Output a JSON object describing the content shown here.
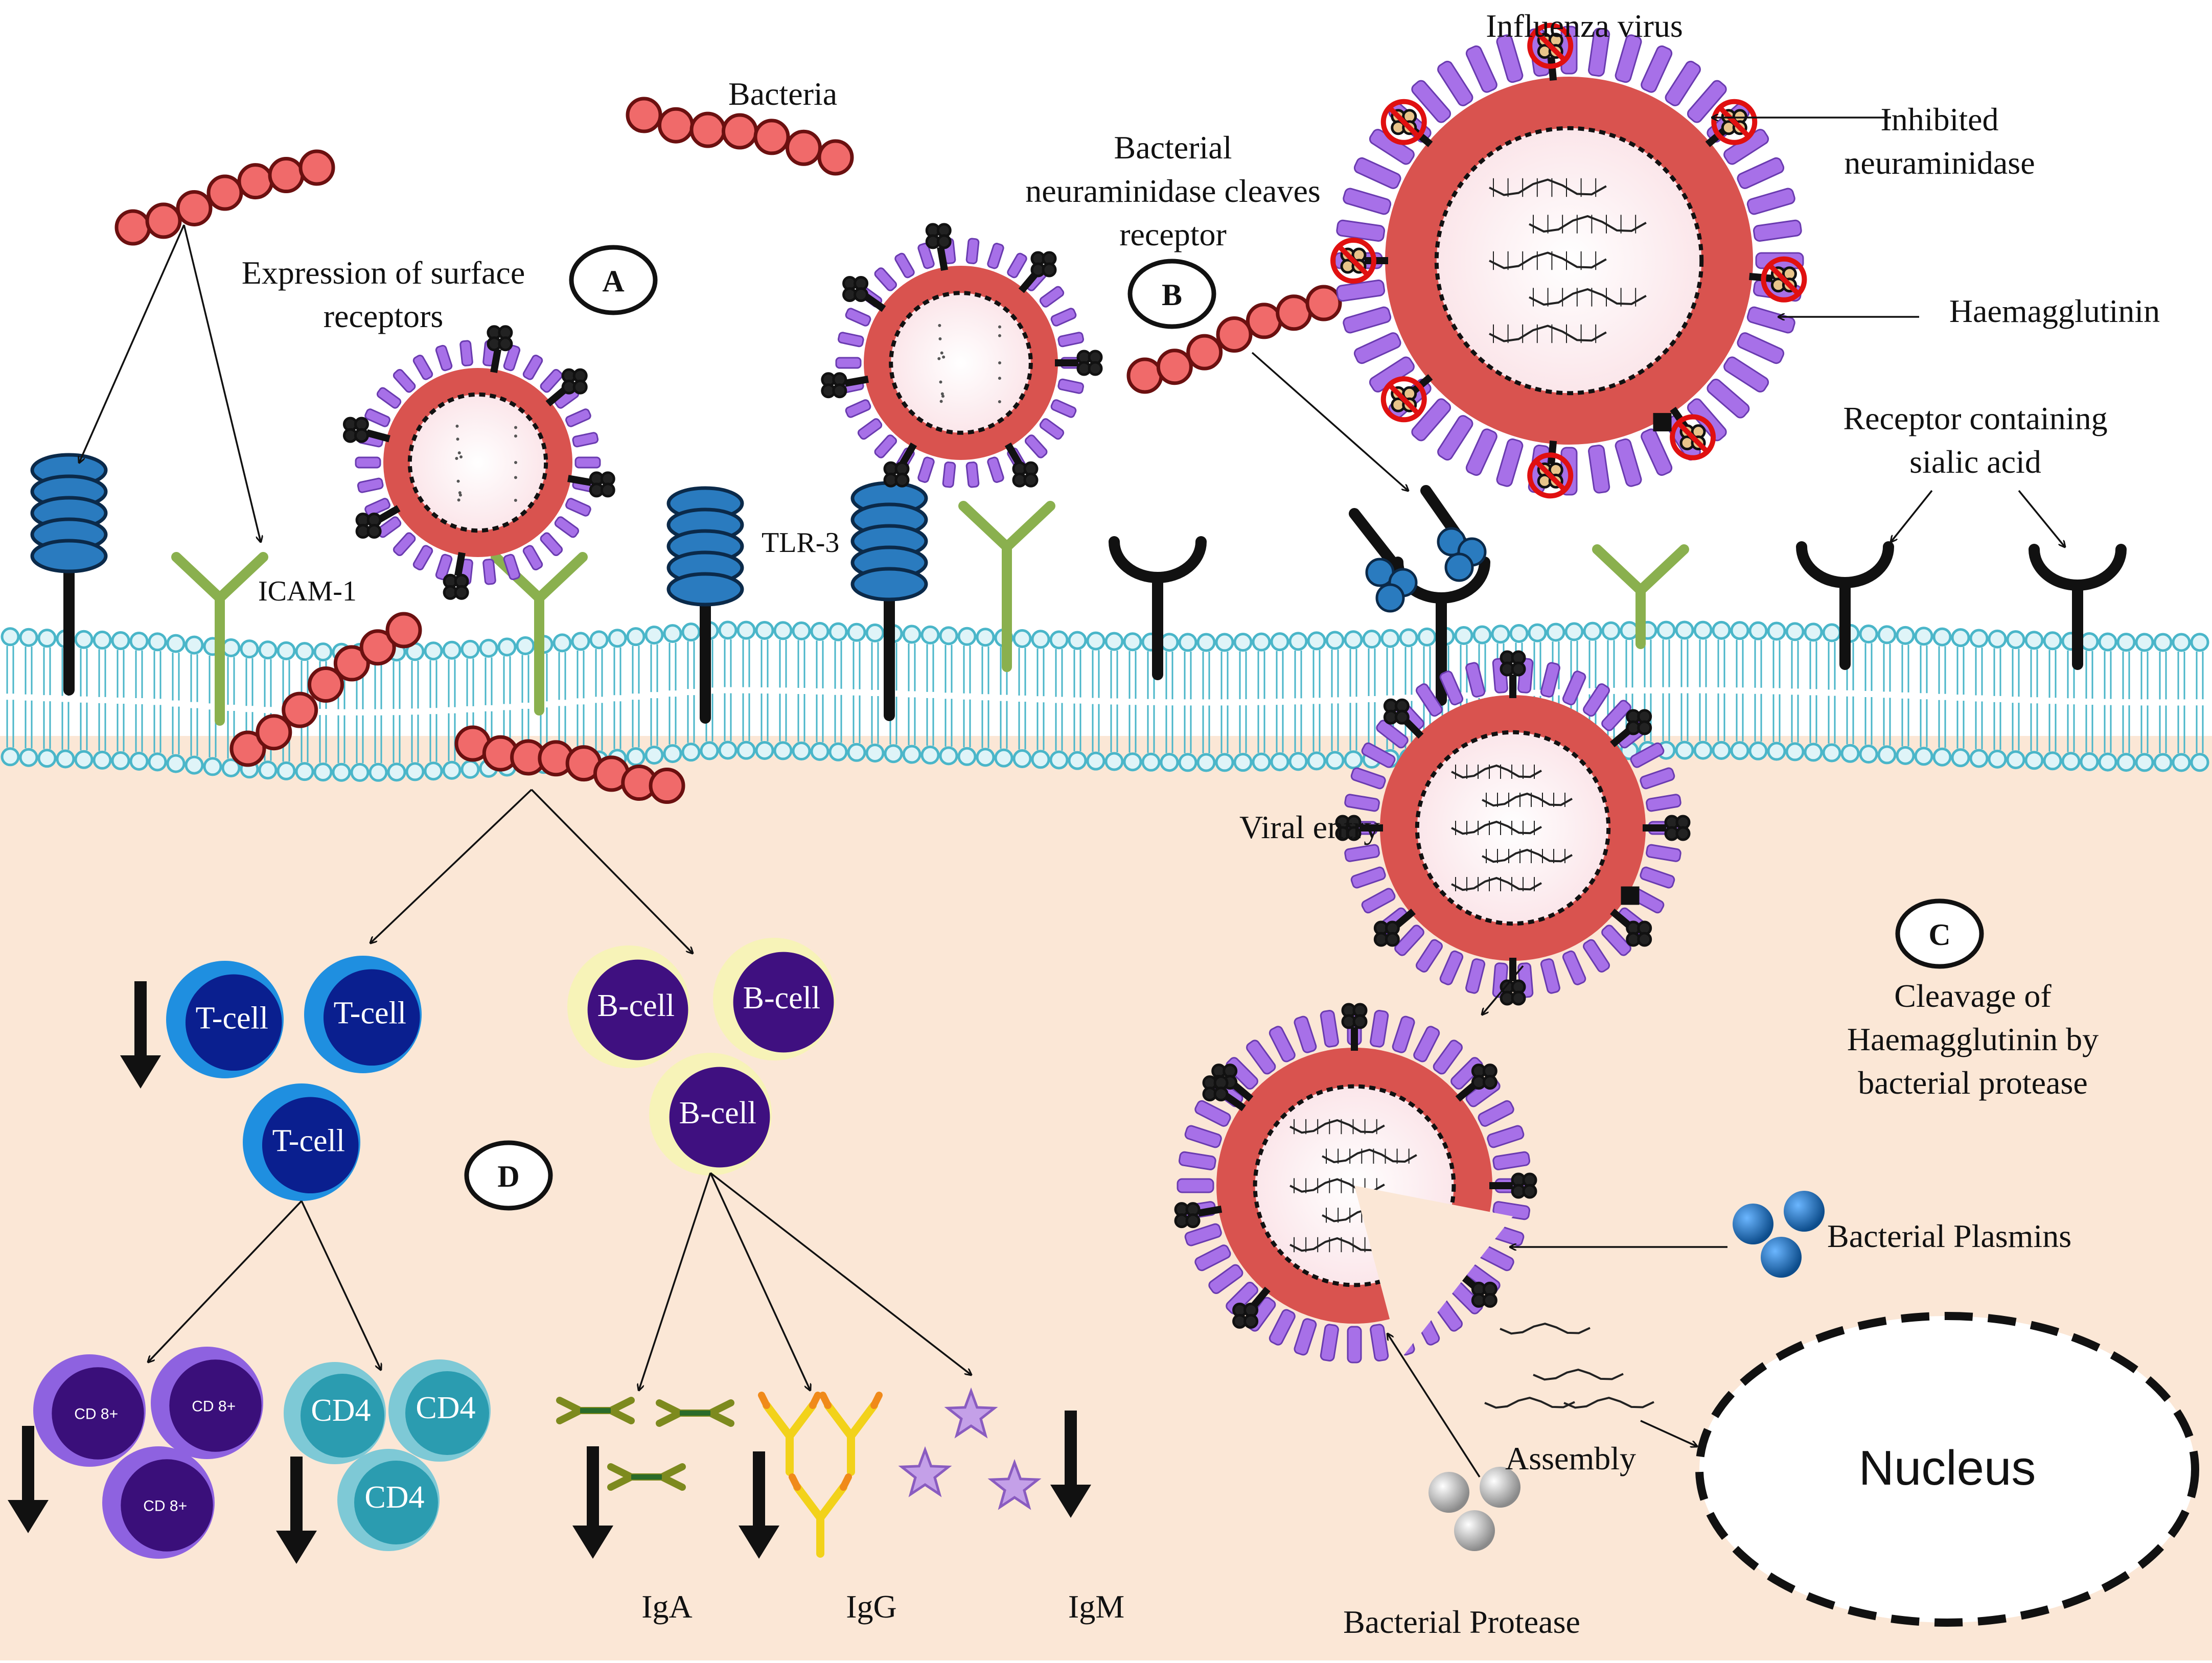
{
  "labels": {
    "bacteria": "Bacteria",
    "expression_line1": "Expression of surface",
    "expression_line2": "receptors",
    "icam": "ICAM-1",
    "tlr3": "TLR-3",
    "bact_neur_line1": "Bacterial",
    "bact_neur_line2": "neuraminidase cleaves",
    "bact_neur_line3": "receptor",
    "influenza": "Influenza virus",
    "inhibited_line1": "Inhibited",
    "inhibited_line2": "neuraminidase",
    "haemagglutinin": "Haemagglutinin",
    "receptor_line1": "Receptor containing",
    "receptor_line2": "sialic acid",
    "viral_entry": "Viral entry",
    "cleavage_line1": "Cleavage of",
    "cleavage_line2": "Haemagglutinin by",
    "cleavage_line3": "bacterial protease",
    "plasmins": "Bacterial Plasmins",
    "assembly": "Assembly",
    "nucleus": "Nucleus",
    "protease": "Bacterial Protease",
    "iga": "IgA",
    "igg": "IgG",
    "igm": "IgM"
  },
  "markers": {
    "a": "A",
    "b": "B",
    "c": "C",
    "d": "D"
  },
  "cells": {
    "t_cell": "T-cell",
    "b_cell": "B-cell",
    "b_cell_small": "B-cell",
    "cd8": "CD 8+",
    "cd4": "CD4"
  },
  "colors": {
    "bacteria": "#f06a6a",
    "membrane_bg": "#fbe7d6",
    "membrane_head": "#4ab6c9",
    "virus_capsid": "#d9534f",
    "spike": "#a770e8",
    "t_cell": "#1f8fe0",
    "b_cell": "#3f1080",
    "cd8": "#5a2ab0",
    "cd4": "#2b9cb0",
    "tlr": "#2a7bbf",
    "icam": "#8ab04e"
  }
}
